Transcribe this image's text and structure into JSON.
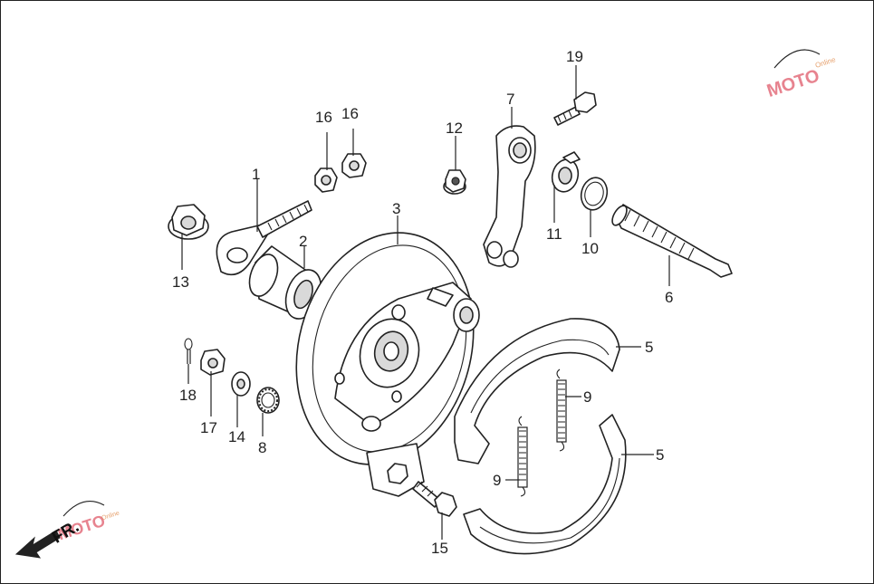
{
  "diagram": {
    "callouts": [
      {
        "id": "1",
        "label": "1"
      },
      {
        "id": "2",
        "label": "2"
      },
      {
        "id": "3",
        "label": "3"
      },
      {
        "id": "5a",
        "label": "5"
      },
      {
        "id": "5b",
        "label": "5"
      },
      {
        "id": "6",
        "label": "6"
      },
      {
        "id": "7",
        "label": "7"
      },
      {
        "id": "8",
        "label": "8"
      },
      {
        "id": "9a",
        "label": "9"
      },
      {
        "id": "9b",
        "label": "9"
      },
      {
        "id": "10",
        "label": "10"
      },
      {
        "id": "11",
        "label": "11"
      },
      {
        "id": "12",
        "label": "12"
      },
      {
        "id": "13",
        "label": "13"
      },
      {
        "id": "14",
        "label": "14"
      },
      {
        "id": "15",
        "label": "15"
      },
      {
        "id": "16a",
        "label": "16"
      },
      {
        "id": "16b",
        "label": "16"
      },
      {
        "id": "17",
        "label": "17"
      },
      {
        "id": "18",
        "label": "18"
      },
      {
        "id": "19",
        "label": "19"
      }
    ],
    "direction_label": "FR.",
    "watermark": {
      "main": "MOTO",
      "sub": "Online"
    }
  },
  "colors": {
    "line": "#222222",
    "background": "#ffffff",
    "watermark": "#e05a6a"
  }
}
